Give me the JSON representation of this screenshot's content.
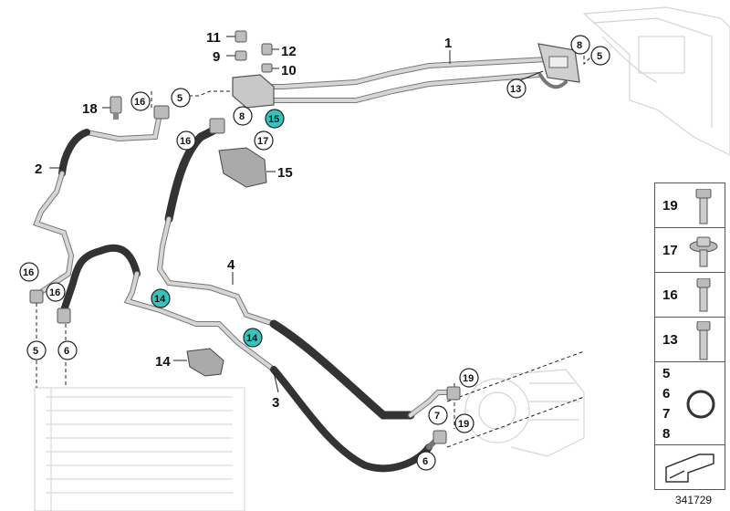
{
  "callouts": {
    "c1": "1",
    "c2": "2",
    "c3": "3",
    "c4": "4",
    "c5a": "5",
    "c5b": "5",
    "c5c": "5",
    "c6a": "6",
    "c6b": "6",
    "c7": "7",
    "c8a": "8",
    "c8b": "8",
    "c9": "9",
    "c10": "10",
    "c11": "11",
    "c12": "12",
    "c13": "13",
    "c14a": "14",
    "c14b": "14",
    "c14c": "14",
    "c15a": "15",
    "c15b": "15",
    "c16a": "16",
    "c16b": "16",
    "c16c": "16",
    "c16d": "16",
    "c17": "17",
    "c18": "18",
    "c19a": "19",
    "c19b": "19"
  },
  "legend": {
    "rows": [
      {
        "label": "19"
      },
      {
        "label": "17"
      },
      {
        "label": "16"
      },
      {
        "label": "13"
      }
    ],
    "seal_labels": [
      "5",
      "6",
      "7",
      "8"
    ]
  },
  "doc_number": "341729",
  "colors": {
    "highlight": "#37c3bd",
    "hose": "#3a3a3a",
    "pipe": "#b8b8b8"
  }
}
